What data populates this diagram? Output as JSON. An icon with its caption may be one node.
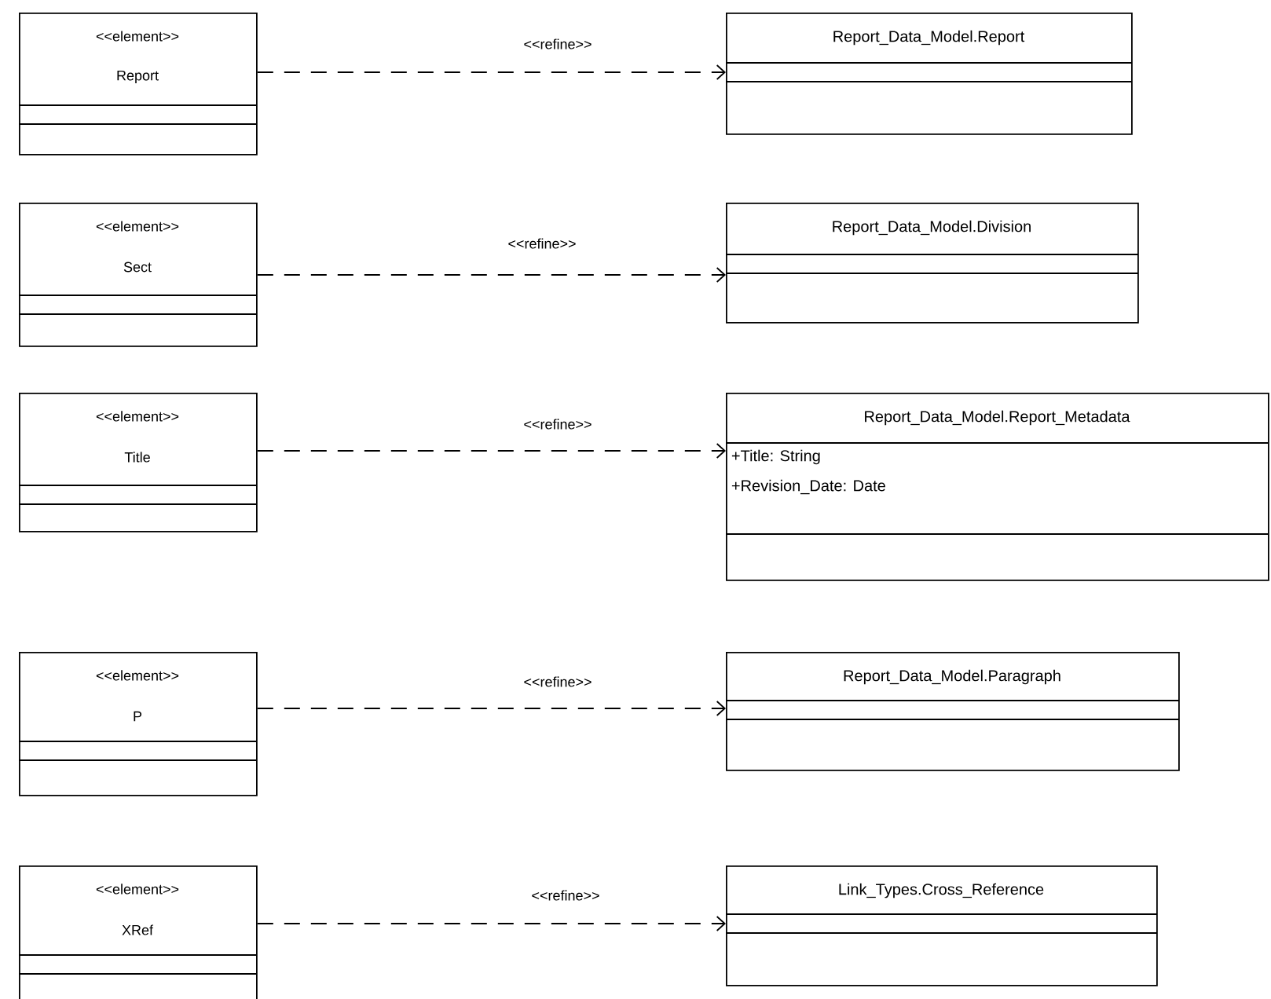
{
  "diagram": {
    "nodes": [
      {
        "text": [
          "<<element>>",
          "Report"
        ]
      },
      {
        "text": [
          "Report_Data_Model.Report"
        ]
      },
      {
        "text": [
          "<<element>>",
          "Sect"
        ]
      },
      {
        "text": [
          "Report_Data_Model.Division"
        ]
      },
      {
        "text": [
          "<<element>>",
          "Title"
        ]
      },
      {
        "text": [
          "Report_Data_Model.Report_Metadata",
          "+Title: String",
          "+Revision_Date: Date"
        ]
      },
      {
        "text": [
          "<<element>>",
          "P"
        ]
      },
      {
        "text": [
          "Report_Data_Model.Paragraph"
        ]
      },
      {
        "text": [
          "<<element>>",
          "XRef"
        ]
      },
      {
        "text": [
          "Link_Types.Cross_Reference"
        ]
      }
    ],
    "edges": [
      {
        "from": 0,
        "to": 1,
        "arrow": "to",
        "style": "dashed",
        "label": "<<refine>>"
      },
      {
        "from": 2,
        "to": 3,
        "arrow": "to",
        "style": "dashed",
        "label": "<<refine>>"
      },
      {
        "from": 4,
        "to": 5,
        "arrow": "to",
        "style": "dashed",
        "label": "<<refine>>"
      },
      {
        "from": 6,
        "to": 7,
        "arrow": "to",
        "style": "dashed",
        "label": "<<refine>>"
      },
      {
        "from": 8,
        "to": 9,
        "arrow": "to",
        "style": "dashed",
        "label": "<<refine>>"
      }
    ]
  }
}
